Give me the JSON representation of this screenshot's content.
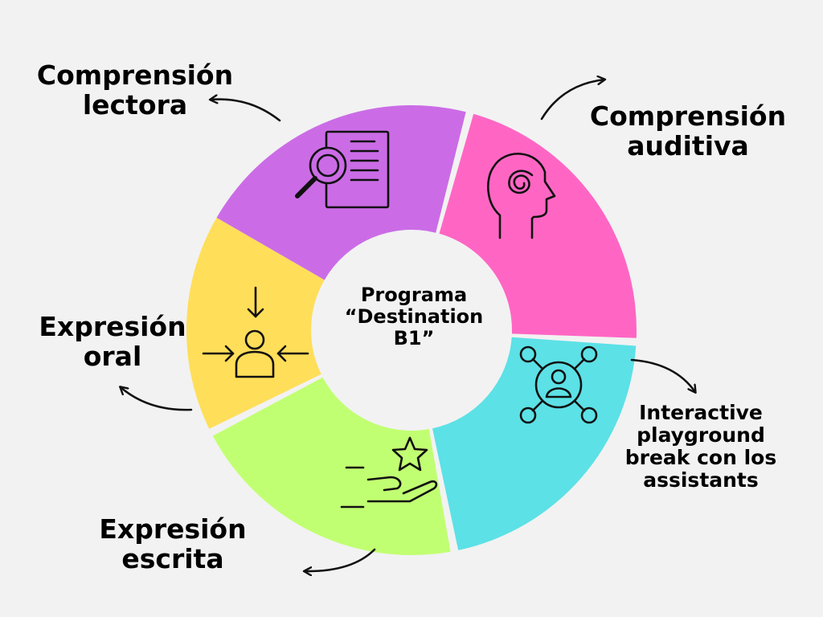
{
  "center": {
    "lines": [
      "Programa",
      "“Destination",
      "B1”"
    ]
  },
  "segments": [
    {
      "id": "comprension-lectora",
      "lines": [
        "Comprensión",
        "lectora"
      ],
      "color": "#cb6ce6",
      "icon": "document-magnifier-icon"
    },
    {
      "id": "comprension-auditiva",
      "lines": [
        "Comprensión",
        "auditiva"
      ],
      "color": "#ff66c4",
      "icon": "head-spiral-icon"
    },
    {
      "id": "interactive-playground",
      "lines": [
        "Interactive",
        "playground",
        "break con los",
        "assistants"
      ],
      "color": "#5ce1e6",
      "icon": "network-person-icon"
    },
    {
      "id": "expresion-escrita",
      "lines": [
        "Expresión",
        "escrita"
      ],
      "color": "#c1ff72",
      "icon": "hand-star-icon"
    },
    {
      "id": "expresion-oral",
      "lines": [
        "Expresión",
        "oral"
      ],
      "color": "#ffde59",
      "icon": "person-arrows-icon"
    }
  ]
}
